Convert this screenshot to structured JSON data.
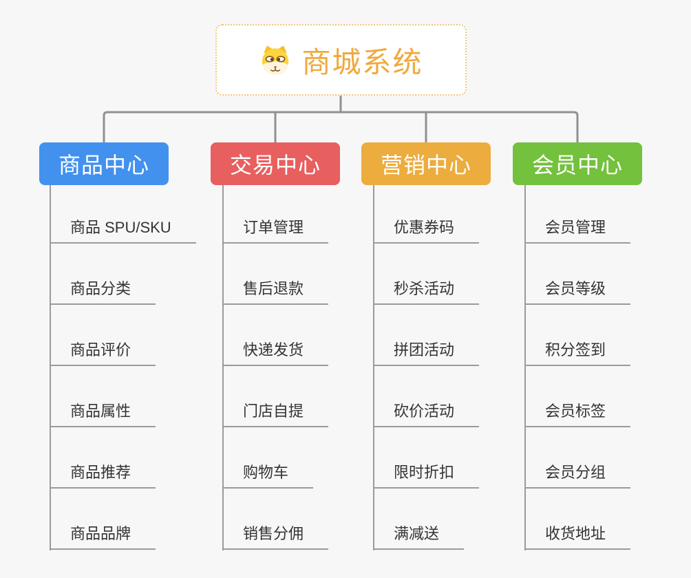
{
  "root": {
    "title": "商城系统",
    "icon": "dog-face-icon",
    "title_color": "#EFA93D",
    "border_color": "#F2C47C",
    "background": "#FFFFFF"
  },
  "branches": [
    {
      "label": "商品中心",
      "color": "#4291EF",
      "children": [
        "商品 SPU/SKU",
        "商品分类",
        "商品评价",
        "商品属性",
        "商品推荐",
        "商品品牌"
      ]
    },
    {
      "label": "交易中心",
      "color": "#E85F5F",
      "children": [
        "订单管理",
        "售后退款",
        "快递发货",
        "门店自提",
        "购物车",
        "销售分佣"
      ]
    },
    {
      "label": "营销中心",
      "color": "#ECAC3E",
      "children": [
        "优惠券码",
        "秒杀活动",
        "拼团活动",
        "砍价活动",
        "限时折扣",
        "满减送"
      ]
    },
    {
      "label": "会员中心",
      "color": "#73C13C",
      "children": [
        "会员管理",
        "会员等级",
        "积分签到",
        "会员标签",
        "会员分组",
        "收货地址"
      ]
    }
  ],
  "colors": {
    "background": "#F7F7F7",
    "connector_line": "#909090",
    "leaf_line": "#9A9A9A",
    "leaf_text": "#333333",
    "branch_text": "#FFFFFF"
  }
}
